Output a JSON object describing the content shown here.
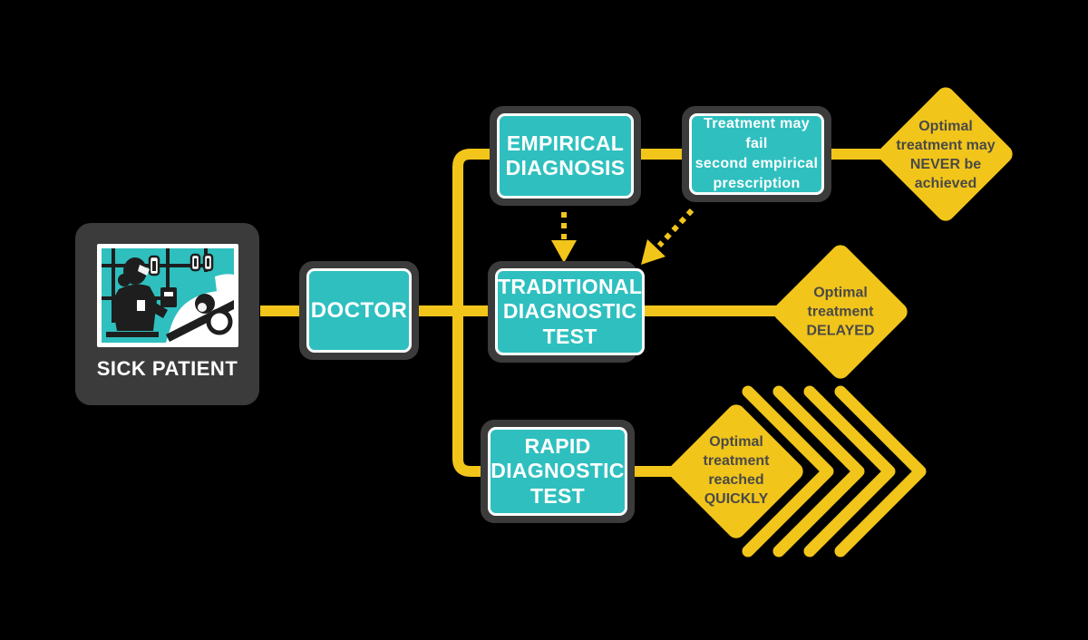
{
  "title": "Diagnostic pathway flow diagram",
  "colors": {
    "background": "#000000",
    "connector_yellow": "#F2C51B",
    "node_teal": "#2FBFBF",
    "frame_dark": "#3B3B3B",
    "node_text": "#FFFFFF",
    "diamond_fill": "#F2C51B",
    "diamond_text": "#4A4A45"
  },
  "nodes": {
    "sick_patient": {
      "label": "SICK PATIENT"
    },
    "doctor": {
      "label": "DOCTOR"
    },
    "empirical": {
      "label": "EMPIRICAL\nDIAGNOSIS"
    },
    "treatment_fail": {
      "label": "Treatment may fail\nsecond empirical\nprescription"
    },
    "traditional": {
      "label": "TRADITIONAL\nDIAGNOSTIC\nTEST"
    },
    "rapid": {
      "label": "RAPID\nDIAGNOSTIC\nTEST"
    }
  },
  "outcomes": {
    "never": {
      "label": "Optimal\ntreatment may\nNEVER be\nachieved"
    },
    "delayed": {
      "label": "Optimal\ntreatment\nDELAYED"
    },
    "quickly": {
      "label": "Optimal\ntreatment\nreached\nQUICKLY"
    }
  },
  "icons": {
    "sick_patient_illustration": "nurse-attending-patient-in-bed",
    "fast_chevrons": "triple-fast-forward-chevrons",
    "dashed_arrows": "fallback-path-arrows"
  }
}
